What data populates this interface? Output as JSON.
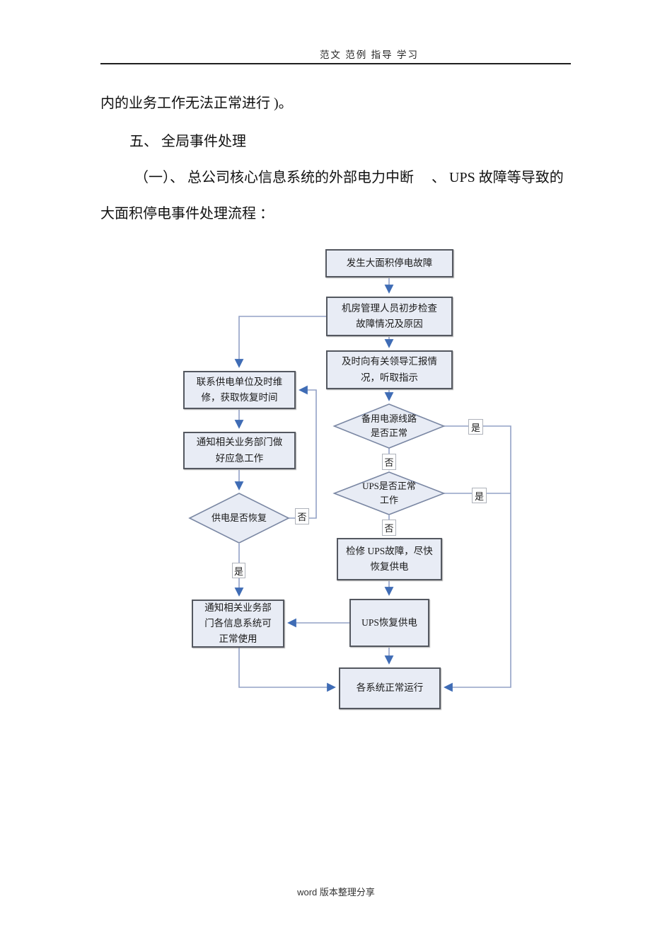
{
  "page": {
    "header": "范文  范例  指导  学习",
    "footer": "word 版本整理分享"
  },
  "document": {
    "paragraph_1": "内的业务工作无法正常进行  )。",
    "heading_5": "五、 全局事件处理",
    "paragraph_2": "（一）、 总公司核心信息系统的外部电力中断 　、 UPS 故障等导致的",
    "paragraph_3": "大面积停电事件处理流程  ："
  },
  "flowchart": {
    "boxes": {
      "start": "发生大面积停电故障",
      "initial_check": "机房管理人员初步检查\n故障情况及原因",
      "report_leaders": "及时向有关领导汇报情\n况，听取指示",
      "repair_ups": "检修 UPS故障，尽快\n恢复供电",
      "ups_restored": "UPS恢复供电",
      "systems_normal": "各系统正常运行",
      "contact_power": "联系供电单位及时维\n修，获取恢复时间",
      "notify_emergency": "通知相关业务部门做\n好应急工作",
      "notify_usable": "通知相关业务部\n门各信息系统可\n正常使用"
    },
    "diamonds": {
      "backup_power_ok": "备用电源线路\n是否正常",
      "ups_ok": "UPS是否正常\n工作",
      "power_restored": "供电是否恢复"
    },
    "labels": {
      "yes_backup": "是",
      "yes_ups": "是",
      "yes_power": "是",
      "no_backup": "否",
      "no_ups": "否",
      "no_power": "否"
    }
  },
  "colors": {
    "box_fill": "#e8ecf5",
    "box_border": "#545860",
    "diamond_border": "#7a87a3",
    "connector_line": "#93a2c6",
    "arrow_head": "#3f6cb5",
    "header_rule": "#1f1f1f"
  }
}
